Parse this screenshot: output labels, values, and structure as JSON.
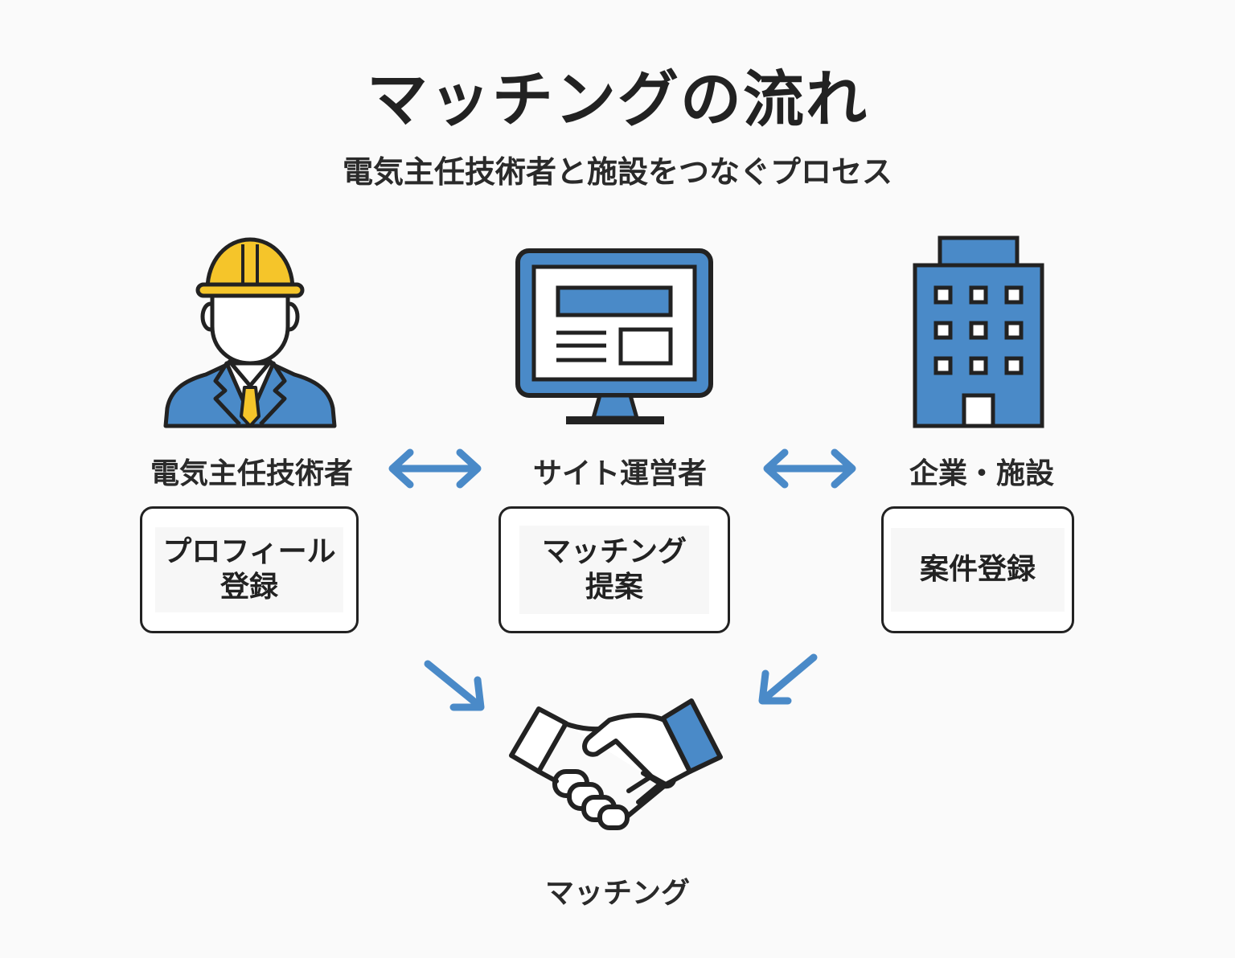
{
  "title": "マッチングの流れ",
  "subtitle": "電気主任技術者と施設をつなぐプロセス",
  "roles": [
    {
      "label": "電気主任技術者",
      "icon": "engineer-icon",
      "step": "プロフィール\n登録"
    },
    {
      "label": "サイト運営者",
      "icon": "monitor-icon",
      "step": "マッチング\n提案"
    },
    {
      "label": "企業・施設",
      "icon": "building-icon",
      "step": "案件登録"
    }
  ],
  "result": {
    "label": "マッチング",
    "icon": "handshake-icon"
  },
  "colors": {
    "accent_blue": "#4a8ac8",
    "helmet_yellow": "#f5c52a",
    "outline": "#222222",
    "background": "#fafafa"
  }
}
